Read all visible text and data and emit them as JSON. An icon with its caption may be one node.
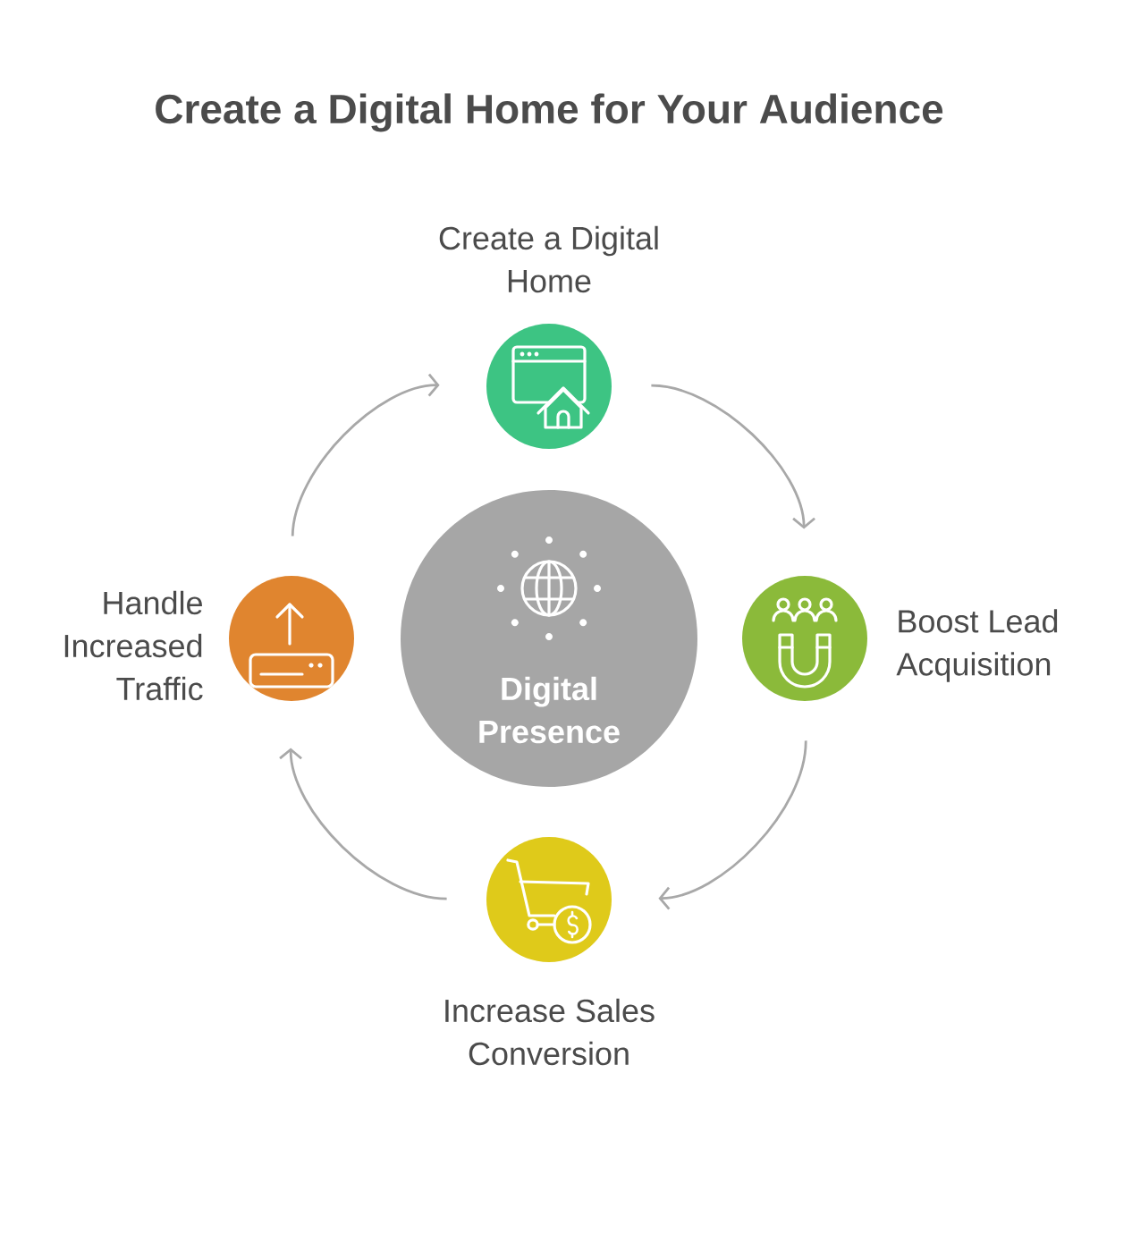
{
  "diagram": {
    "title": "Create a Digital Home for Your Audience",
    "nodes": [
      {
        "text": [
          "Digital Presence"
        ]
      },
      {
        "text": [
          "Create a Digital Home"
        ]
      },
      {
        "text": [
          "Boost Lead Acquisition"
        ]
      },
      {
        "text": [
          "Increase Sales Conversion"
        ]
      },
      {
        "text": [
          "Handle Increased Traffic"
        ]
      }
    ],
    "edges": [
      {
        "from": 1,
        "to": 2,
        "arrow": "to"
      },
      {
        "from": 2,
        "to": 3,
        "arrow": "to"
      },
      {
        "from": 3,
        "to": 4,
        "arrow": "to"
      },
      {
        "from": 4,
        "to": 1,
        "arrow": "to"
      }
    ]
  }
}
